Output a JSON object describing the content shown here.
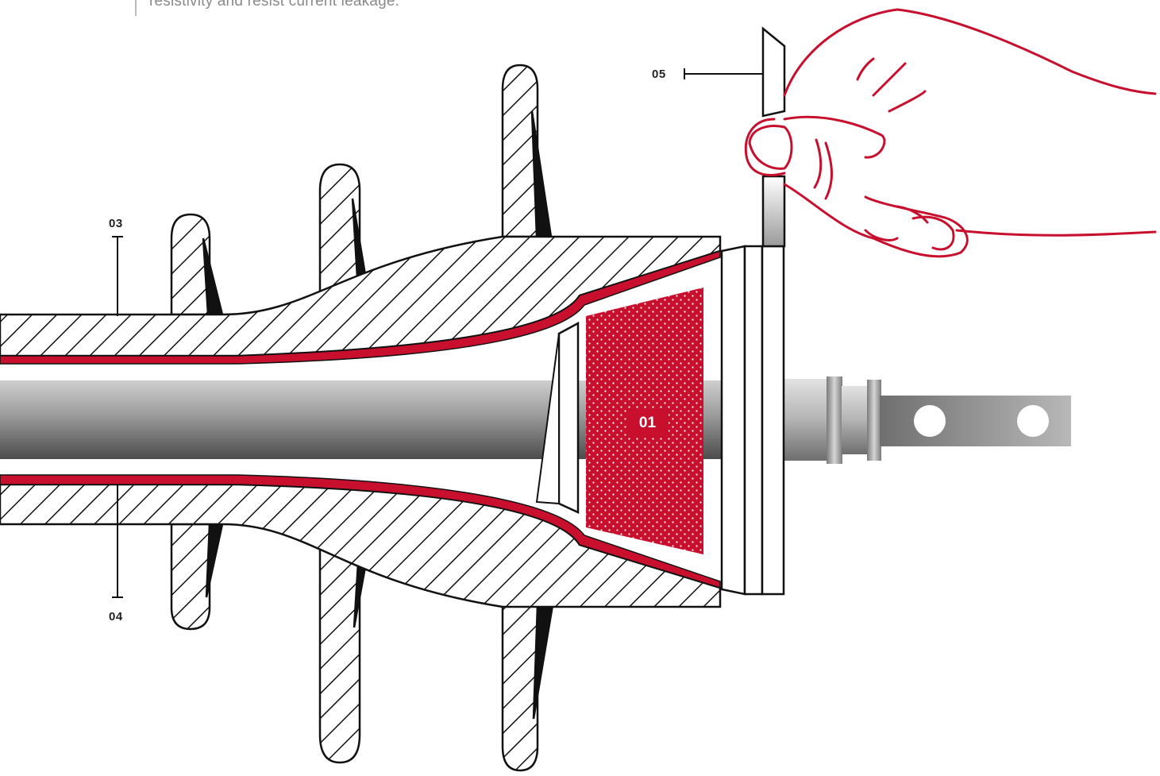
{
  "caption": {
    "text": "resistivity and resist current leakage."
  },
  "callouts": {
    "c01": "01",
    "c03": "03",
    "c04": "04",
    "c05": "05"
  },
  "colors": {
    "accent_red": "#c8102e",
    "outline": "#111111",
    "rod_grey": "#8e8e8e",
    "label_grey": "#8a8a8a"
  }
}
